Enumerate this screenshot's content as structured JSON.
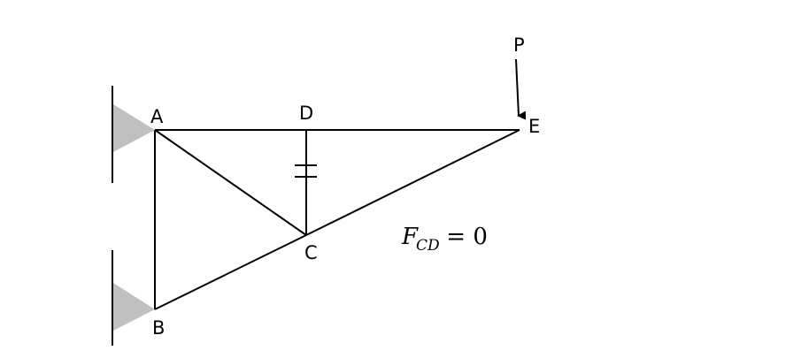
{
  "nodes": {
    "A": "A",
    "B": "B",
    "C": "C",
    "D": "D",
    "E": "E"
  },
  "load": {
    "label": "P"
  },
  "equation": {
    "symbol": "F",
    "subscript": "CD",
    "rest": " = 0"
  },
  "colors": {
    "support_fill": "#c0c0c0",
    "line": "#000000"
  }
}
